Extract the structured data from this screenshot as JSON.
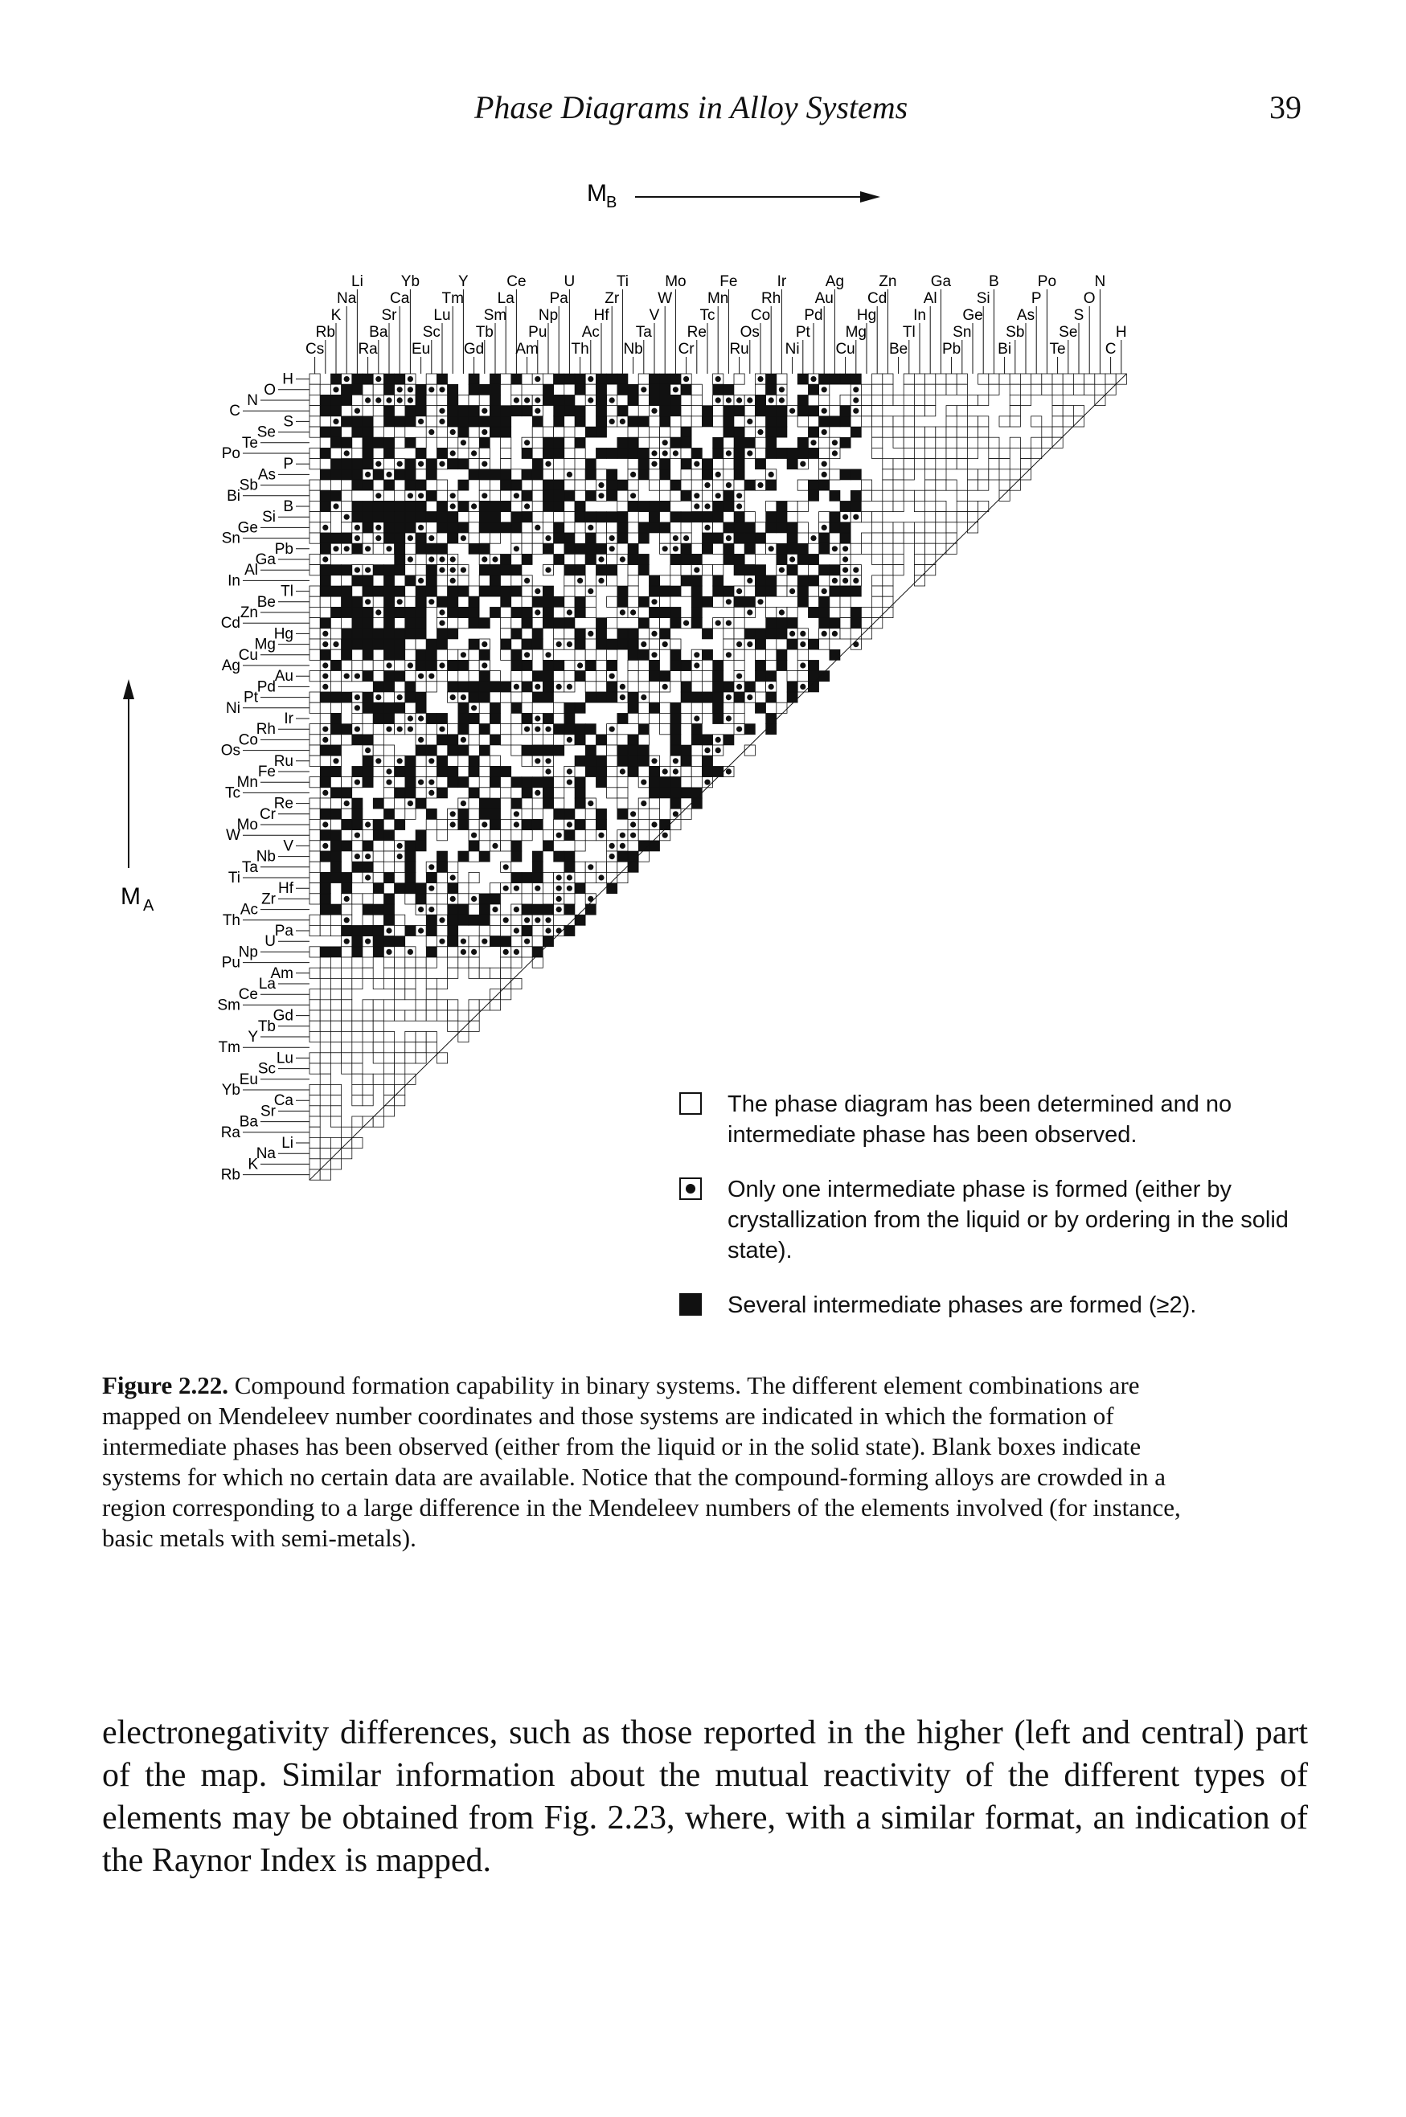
{
  "header": {
    "running_title": "Phase Diagrams in Alloy Systems",
    "page_number": "39"
  },
  "figure": {
    "axis_top_label": "M",
    "axis_top_sub": "B",
    "axis_left_label": "M",
    "axis_left_sub": "A",
    "top_elements": [
      "Cs",
      "Rb",
      "K",
      "Na",
      "Li",
      "Ra",
      "Ba",
      "Sr",
      "Ca",
      "Yb",
      "Eu",
      "Sc",
      "Lu",
      "Tm",
      "Y",
      "Gd",
      "Tb",
      "Sm",
      "La",
      "Ce",
      "Am",
      "Pu",
      "Np",
      "Pa",
      "U",
      "Th",
      "Ac",
      "Hf",
      "Zr",
      "Ti",
      "Nb",
      "Ta",
      "V",
      "W",
      "Mo",
      "Cr",
      "Re",
      "Tc",
      "Mn",
      "Fe",
      "Ru",
      "Os",
      "Co",
      "Rh",
      "Ir",
      "Ni",
      "Pt",
      "Pd",
      "Au",
      "Ag",
      "Cu",
      "Mg",
      "Hg",
      "Cd",
      "Zn",
      "Be",
      "Tl",
      "In",
      "Al",
      "Ga",
      "Pb",
      "Sn",
      "Ge",
      "Si",
      "B",
      "Bi",
      "Sb",
      "As",
      "P",
      "Po",
      "Te",
      "Se",
      "S",
      "O",
      "N",
      "C",
      "H"
    ],
    "left_elements": [
      "H",
      "O",
      "N",
      "C",
      "S",
      "Se",
      "Te",
      "Po",
      "P",
      "As",
      "Sb",
      "Bi",
      "B",
      "Si",
      "Ge",
      "Sn",
      "Pb",
      "Ga",
      "Al",
      "In",
      "Tl",
      "Be",
      "Zn",
      "Cd",
      "Hg",
      "Mg",
      "Cu",
      "Ag",
      "Au",
      "Pd",
      "Pt",
      "Ni",
      "Ir",
      "Rh",
      "Co",
      "Os",
      "Ru",
      "Fe",
      "Mn",
      "Tc",
      "Re",
      "Cr",
      "Mo",
      "W",
      "V",
      "Nb",
      "Ta",
      "Ti",
      "Hf",
      "Zr",
      "Ac",
      "Th",
      "Pa",
      "U",
      "Np",
      "Pu",
      "Am",
      "La",
      "Ce",
      "Sm",
      "Gd",
      "Tb",
      "Y",
      "Tm",
      "Lu",
      "Sc",
      "Eu",
      "Yb",
      "Ca",
      "Sr",
      "Ba",
      "Ra",
      "Li",
      "Na",
      "K",
      "Rb"
    ]
  },
  "legend": [
    {
      "key": "none",
      "text": "The phase diagram has been determined and no intermediate phase has been observed."
    },
    {
      "key": "one",
      "text": "Only one intermediate phase is formed (either by crystallization from the liquid or by ordering in the solid state)."
    },
    {
      "key": "several",
      "text": "Several intermediate phases are formed (≥2)."
    }
  ],
  "caption": {
    "label": "Figure 2.22.",
    "text": " Compound formation capability in binary systems. The different element combinations are mapped on Mendeleev number coordinates and those systems are indicated in which the formation of intermediate phases has been observed (either from the liquid or in the solid state). Blank boxes indicate systems for which no certain data are available. Notice that the compound-forming alloys are crowded in a region corresponding to a large difference in the Mendeleev numbers of the elements involved (for instance, basic metals with semi-metals)."
  },
  "body_text": "electronegativity differences, such as those reported in the higher (left and central) part of the map. Similar information about the mutual reactivity of the different types of elements may be obtained from Fig. 2.23, where, with a similar format, an indication of the Raynor Index is mapped."
}
